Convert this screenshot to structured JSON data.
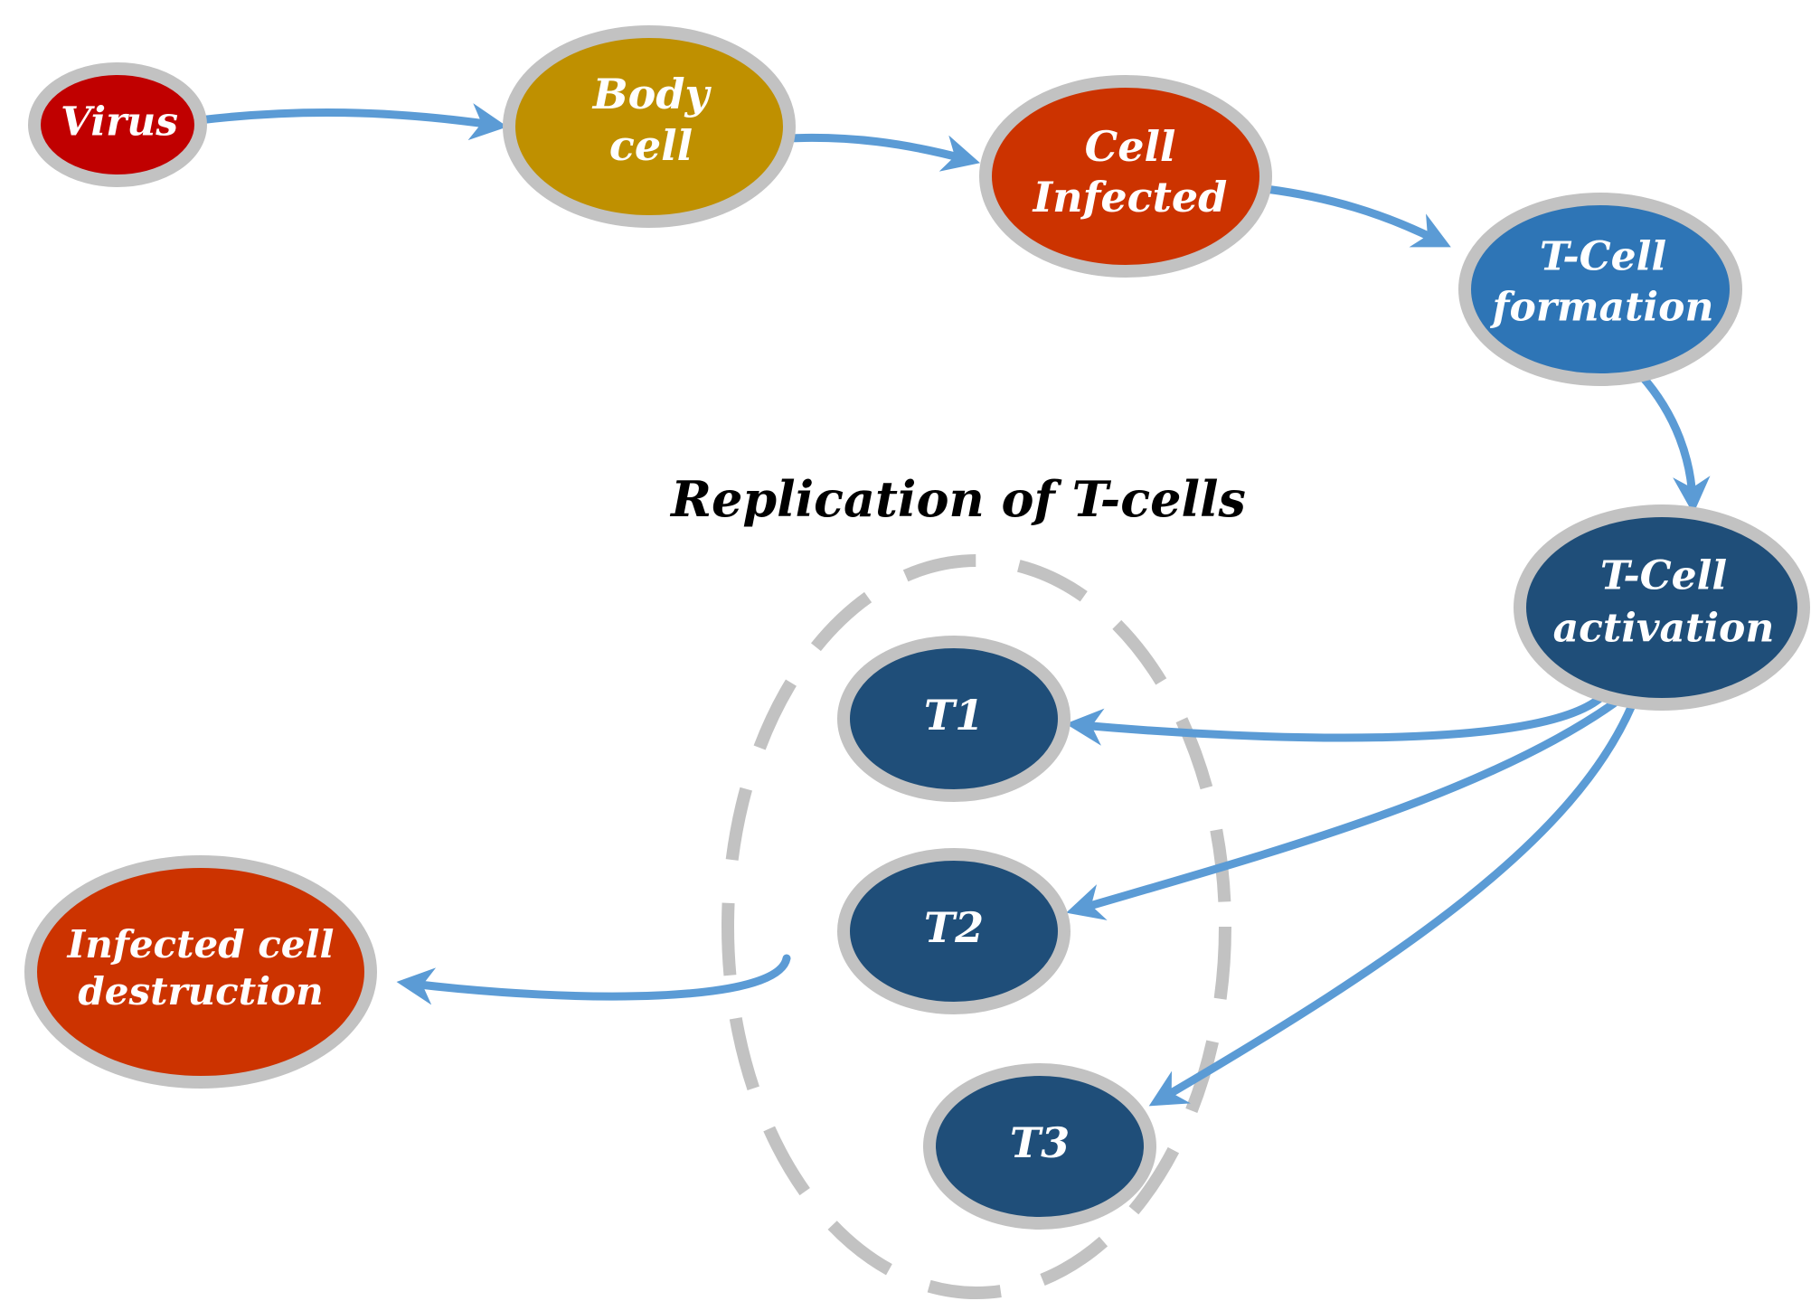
{
  "colors": {
    "virus": "#c00000",
    "body_cell": "#bf9000",
    "infected": "#cc3300",
    "tcell_light": "#2e75b6",
    "tcell_dark": "#1f4e79",
    "arrow": "#5b9bd5",
    "outline": "#c2c2c2",
    "group_dash": "#c2c2c2"
  },
  "group": {
    "label": "Replication of T-cells"
  },
  "nodes": {
    "virus": {
      "lines": [
        "Virus"
      ]
    },
    "body_cell": {
      "lines": [
        "Body",
        "cell"
      ]
    },
    "cell_infected": {
      "lines": [
        "Cell",
        "Infected"
      ]
    },
    "tcell_formation": {
      "lines": [
        "T-Cell",
        "formation"
      ]
    },
    "tcell_activation": {
      "lines": [
        "T-Cell",
        "activation"
      ]
    },
    "t1": {
      "lines": [
        "T1"
      ]
    },
    "t2": {
      "lines": [
        "T2"
      ]
    },
    "t3": {
      "lines": [
        "T3"
      ]
    },
    "infected_destruction": {
      "lines": [
        "Infected cell",
        "destruction"
      ]
    }
  },
  "edges": [
    {
      "from": "virus",
      "to": "body_cell"
    },
    {
      "from": "body_cell",
      "to": "cell_infected"
    },
    {
      "from": "cell_infected",
      "to": "tcell_formation"
    },
    {
      "from": "tcell_formation",
      "to": "tcell_activation"
    },
    {
      "from": "tcell_activation",
      "to": "t1"
    },
    {
      "from": "tcell_activation",
      "to": "t2"
    },
    {
      "from": "tcell_activation",
      "to": "t3"
    },
    {
      "from": "replication_group",
      "to": "infected_destruction"
    }
  ]
}
